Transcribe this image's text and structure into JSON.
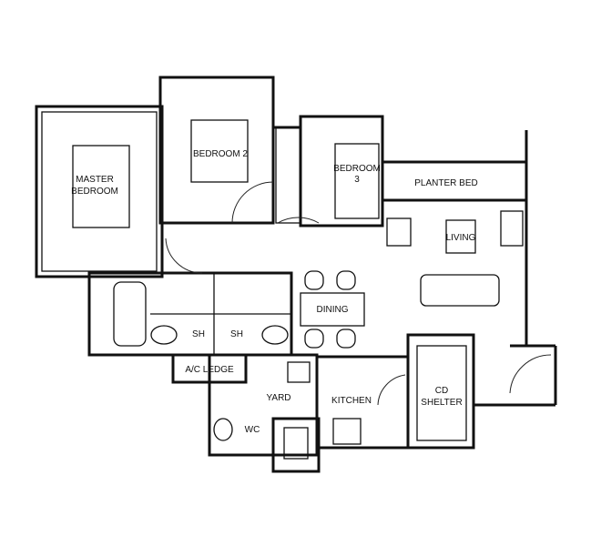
{
  "rooms": {
    "master_bedroom": [
      "MASTER",
      "BEDROOM"
    ],
    "bedroom2": "BEDROOM 2",
    "bedroom3": [
      "BEDROOM",
      "3"
    ],
    "planter_bed": "PLANTER BED",
    "living": "LIVING",
    "dining": "DINING",
    "sh1": "SH",
    "sh2": "SH",
    "ac_ledge": "A/C LEDGE",
    "yard": "YARD",
    "kitchen": "KITCHEN",
    "wc": "WC",
    "cd_shelter": [
      "CD",
      "SHELTER"
    ]
  }
}
